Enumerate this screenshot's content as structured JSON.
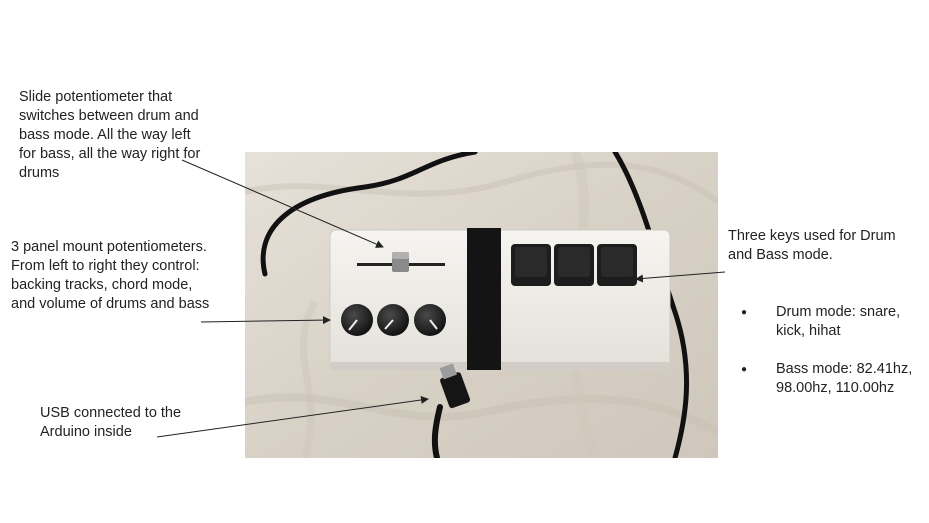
{
  "annotations": {
    "slider": "Slide potentiometer that\nswitches between drum and\nbass mode. All the way left\nfor bass, all the way right for\ndrums",
    "pots": "3 panel mount potentiometers.\nFrom left to right they control:\nbacking tracks, chord mode,\nand volume of drums and bass",
    "usb": "USB connected to the\nArduino inside",
    "keys": {
      "title": "Three keys used for Drum\nand Bass mode.",
      "bullets": [
        "Drum mode: snare,\nkick, hihat",
        "Bass mode: 82.41hz,\n98.00hz, 110.00hz"
      ]
    }
  },
  "colors": {
    "background": "#ffffff",
    "cloth": "#dcd6cd",
    "device_body": "#f1efea",
    "keys": "#1d1d1d",
    "strip": "#141414",
    "knobs": "#1a1a1a",
    "cable": "#111111",
    "arrow": "#222222"
  }
}
